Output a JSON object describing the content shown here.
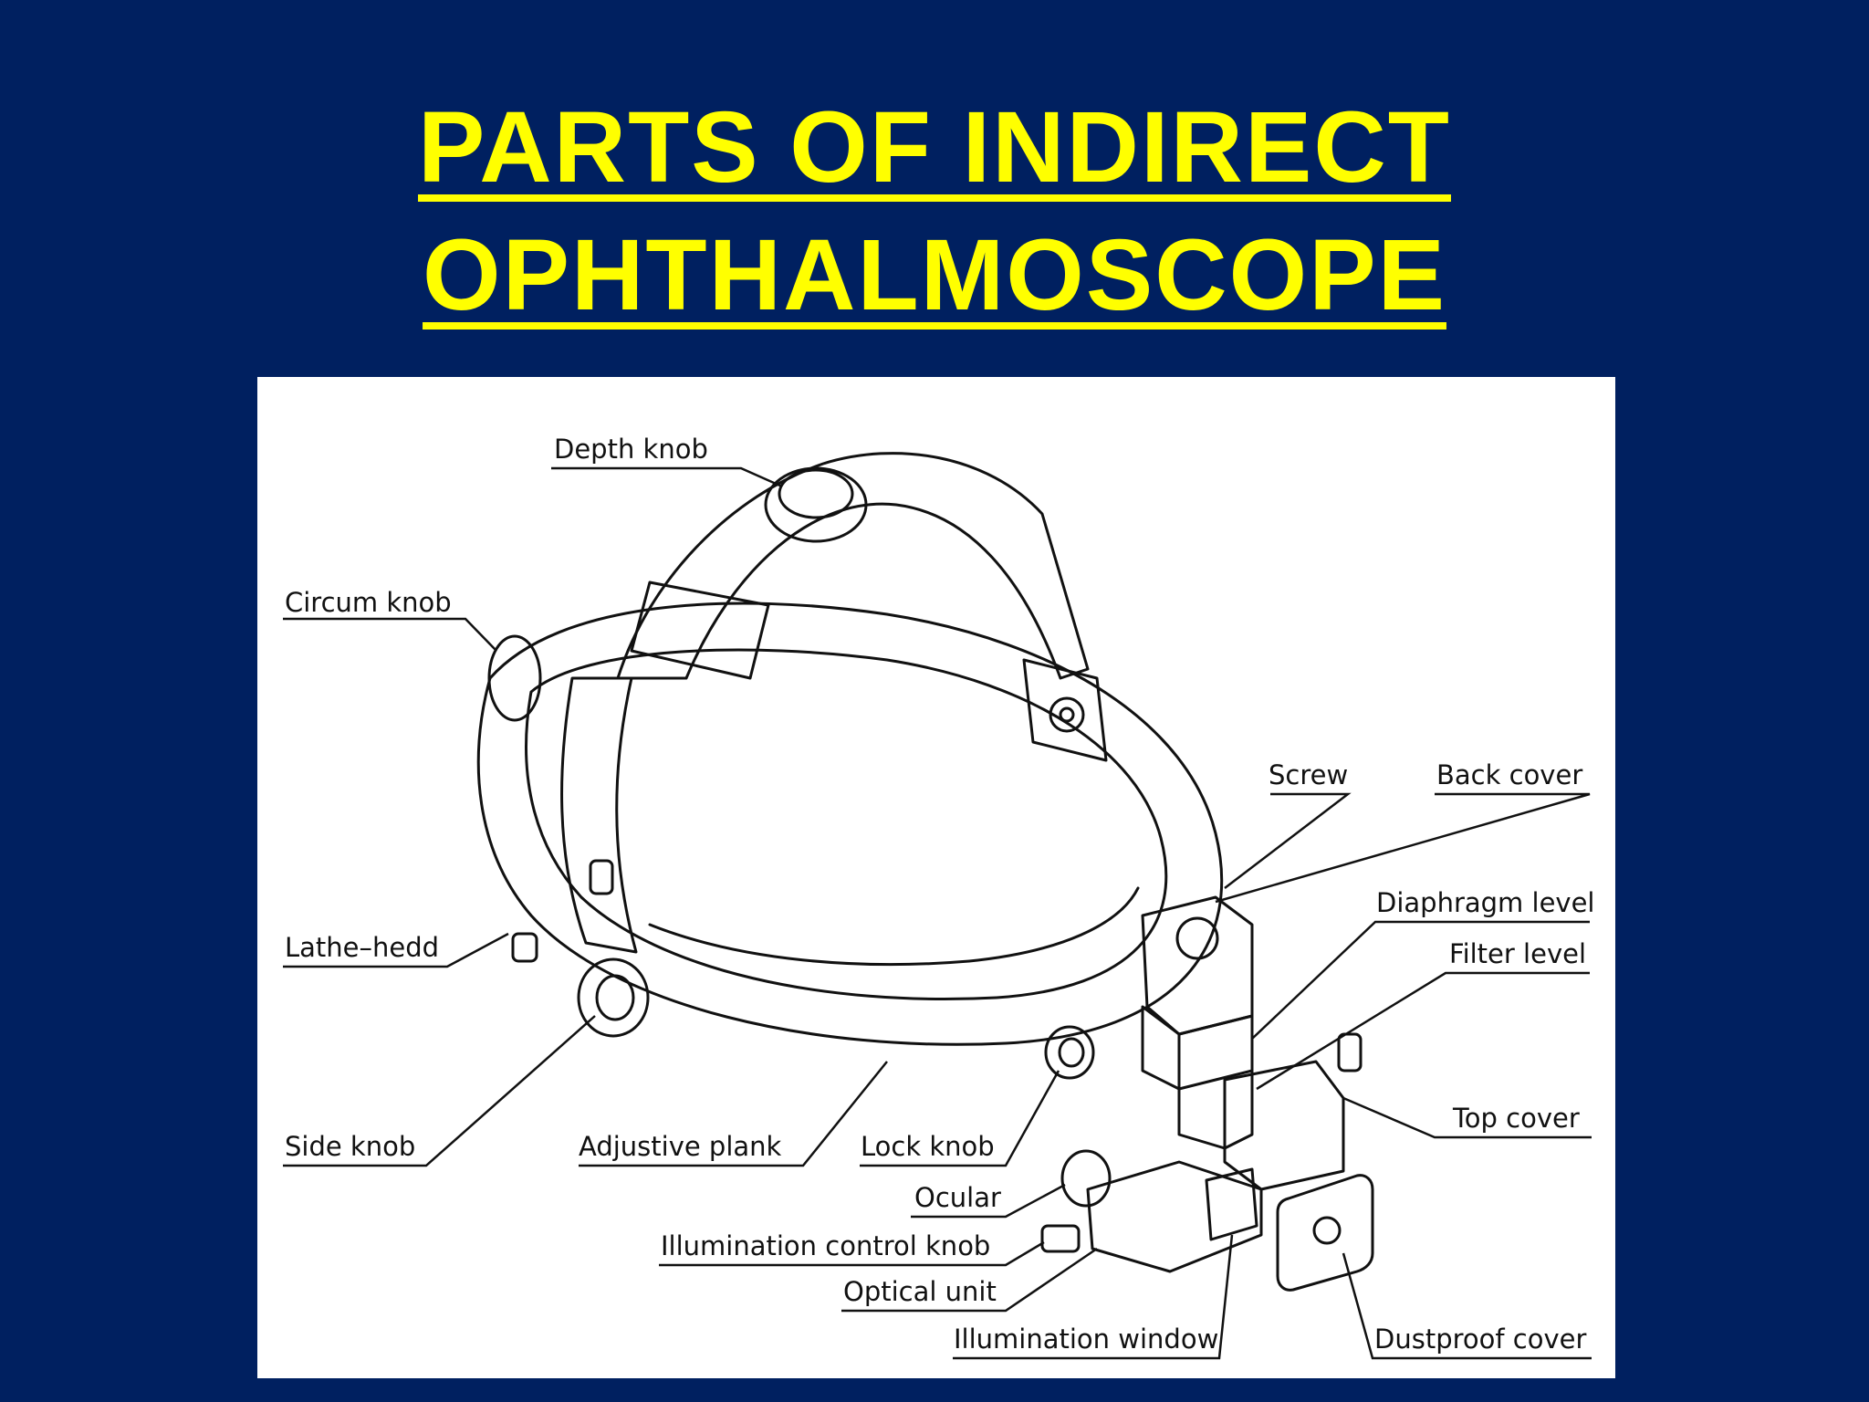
{
  "slide": {
    "title_line1": "PARTS OF INDIRECT",
    "title_line2": "OPHTHALMOSCOPE"
  },
  "colors": {
    "background": "#002060",
    "title": "#ffff00",
    "figure_background": "#ffffff",
    "line": "#111111"
  },
  "labels": {
    "depth_knob": "Depth knob",
    "circum_knob": "Circum knob",
    "lathe_hedd": "Lathe–hedd",
    "side_knob": "Side knob",
    "adjustive_plank": "Adjustive plank",
    "lock_knob": "Lock knob",
    "ocular": "Ocular",
    "illumination_control_knob": "Illumination control knob",
    "optical_unit": "Optical unit",
    "illumination_window": "Illumination window",
    "screw": "Screw",
    "back_cover": "Back cover",
    "diaphragm_level": "Diaphragm level",
    "filter_level": "Filter level",
    "top_cover": "Top cover",
    "dustproof_cover": "Dustproof cover"
  }
}
